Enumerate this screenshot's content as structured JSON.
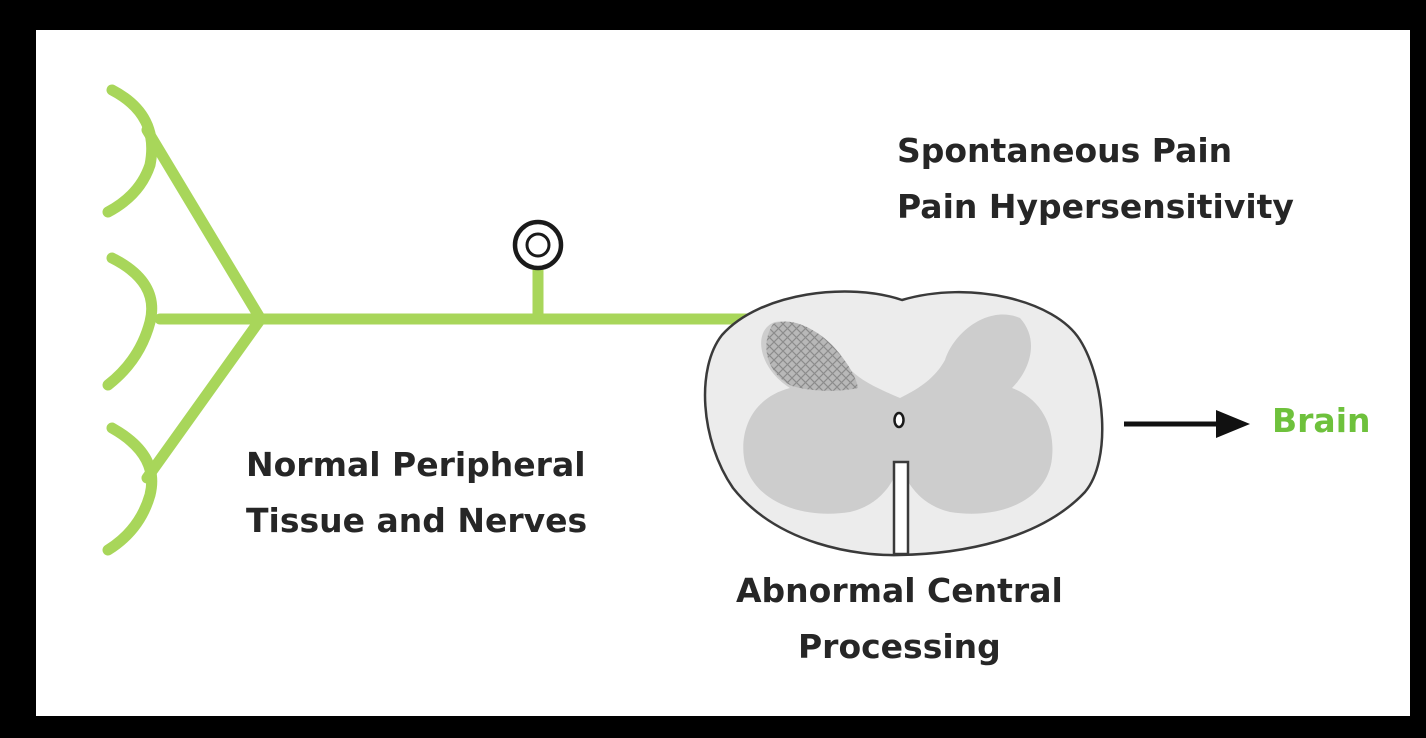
{
  "colors": {
    "nerve": "#a8d65a",
    "cord_fill": "#ececec",
    "gray_matter": "#cdcdcd",
    "text": "#262626",
    "brain_label": "#6ec13c",
    "frame": "#000000"
  },
  "labels": {
    "spontaneous": [
      "Spontaneous Pain",
      "Pain Hypersensitivity"
    ],
    "normal": [
      "Normal Peripheral",
      "Tissue and Nerves"
    ],
    "abnormal": [
      "Abnormal Central",
      "Processing"
    ],
    "brain": "Brain"
  },
  "icons": {
    "ganglion": "concentric-circle-icon",
    "arrow": "right-arrow-icon"
  }
}
